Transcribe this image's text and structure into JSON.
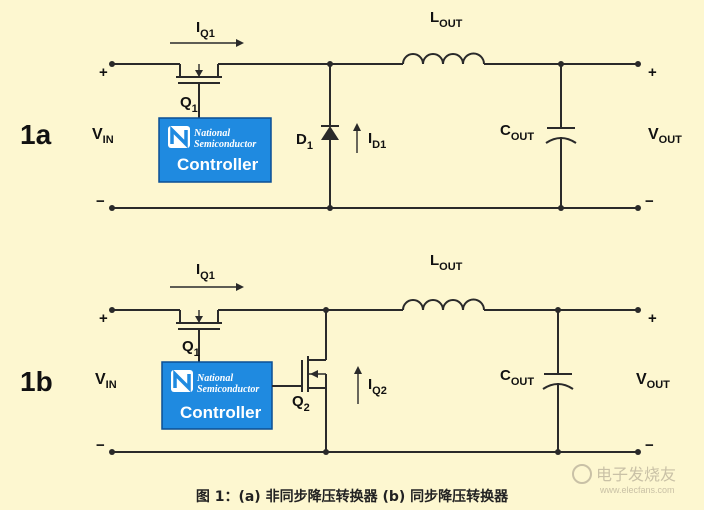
{
  "diagram_1a": {
    "label": "1a",
    "vin": "V",
    "vin_sub": "IN",
    "vout": "V",
    "vout_sub": "OUT",
    "plus": "+",
    "minus": "−",
    "iq1": "I",
    "iq1_sub": "Q1",
    "lout": "L",
    "lout_sub": "OUT",
    "cout": "C",
    "cout_sub": "OUT",
    "q1": "Q",
    "q1_sub": "1",
    "d1": "D",
    "d1_sub": "1",
    "id1": "I",
    "id1_sub": "D1",
    "controller_brand_1": "National",
    "controller_brand_2": "Semiconductor",
    "controller_label": "Controller"
  },
  "diagram_1b": {
    "label": "1b",
    "vin": "V",
    "vin_sub": "IN",
    "vout": "V",
    "vout_sub": "OUT",
    "plus": "+",
    "minus": "−",
    "iq1": "I",
    "iq1_sub": "Q1",
    "lout": "L",
    "lout_sub": "OUT",
    "cout": "C",
    "cout_sub": "OUT",
    "q1": "Q",
    "q1_sub": "1",
    "q2": "Q",
    "q2_sub": "2",
    "iq2": "I",
    "iq2_sub": "Q2",
    "controller_brand_1": "National",
    "controller_brand_2": "Semiconductor",
    "controller_label": "Controller"
  },
  "caption": "图 1：(a) 非同步降压转换器 (b) 同步降压转换器",
  "watermark": {
    "text": "电子发烧友",
    "url": "www.elecfans.com"
  },
  "colors": {
    "background": "#fdf7d0",
    "controller_fill": "#1f8ae0",
    "wire": "#2a2a2a"
  }
}
